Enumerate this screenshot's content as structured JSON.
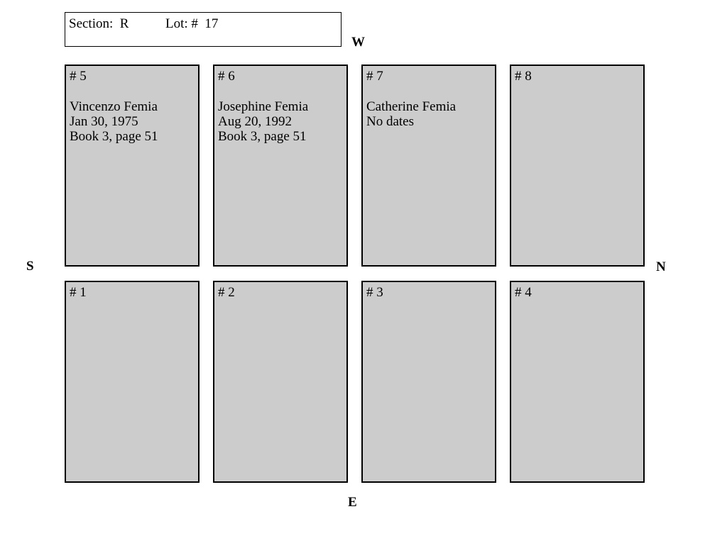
{
  "header": {
    "section": "Section:  R",
    "lot": "Lot: #  17"
  },
  "compass": {
    "west": "W",
    "south": "S",
    "north": "N",
    "east": "E"
  },
  "plots": {
    "p5": {
      "number": "# 5",
      "name": "Vincenzo Femia",
      "date": "Jan 30, 1975",
      "record": "Book 3, page 51"
    },
    "p6": {
      "number": "# 6",
      "name": "Josephine Femia",
      "date": "Aug 20, 1992",
      "record": "Book 3, page 51"
    },
    "p7": {
      "number": "# 7",
      "name": "Catherine Femia",
      "date": "No dates"
    },
    "p8": {
      "number": "# 8"
    },
    "p1": {
      "number": "# 1"
    },
    "p2": {
      "number": "# 2"
    },
    "p3": {
      "number": "# 3"
    },
    "p4": {
      "number": "# 4"
    }
  }
}
